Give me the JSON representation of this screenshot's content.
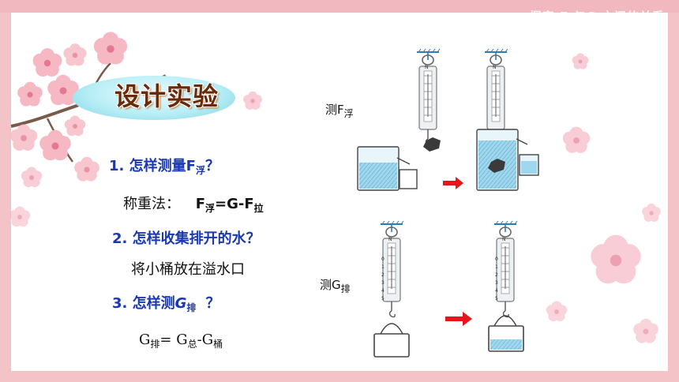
{
  "slide": {
    "corner_title": "探究 F 与G 之间的关系",
    "badge": "设计实验"
  },
  "questions": {
    "q1_prefix": "1. 怎样测量F",
    "q1_sub": "浮",
    "q1_end": "？",
    "a1_main": "称重法：",
    "a1_f": "F",
    "a1_fsub": "浮",
    "a1_mid": "=G-F",
    "a1_lsub": "拉",
    "q2": "2. 怎样收集排开的水？",
    "a2": "将小桶放在溢水口",
    "q3_prefix": "3. 怎样测",
    "q3_g": "G",
    "q3_sub": "排",
    "q3_end": "？",
    "a3_g1": "G",
    "a3_s1": "排",
    "a3_eq": "= G",
    "a3_s2": "总",
    "a3_minus": "-G",
    "a3_s3": "桶"
  },
  "labels": {
    "measure_f": "测F",
    "measure_f_sub": "浮",
    "measure_g": "测G",
    "measure_g_sub": "排"
  },
  "scale": {
    "top_mark": "N",
    "ticks": [
      "0",
      "1",
      "2",
      "3",
      "4",
      "5"
    ]
  },
  "colors": {
    "question": "#1a39b0",
    "arrow": "#e8161b",
    "water": "#9fd7ee",
    "frame": "#f4c3c8"
  }
}
